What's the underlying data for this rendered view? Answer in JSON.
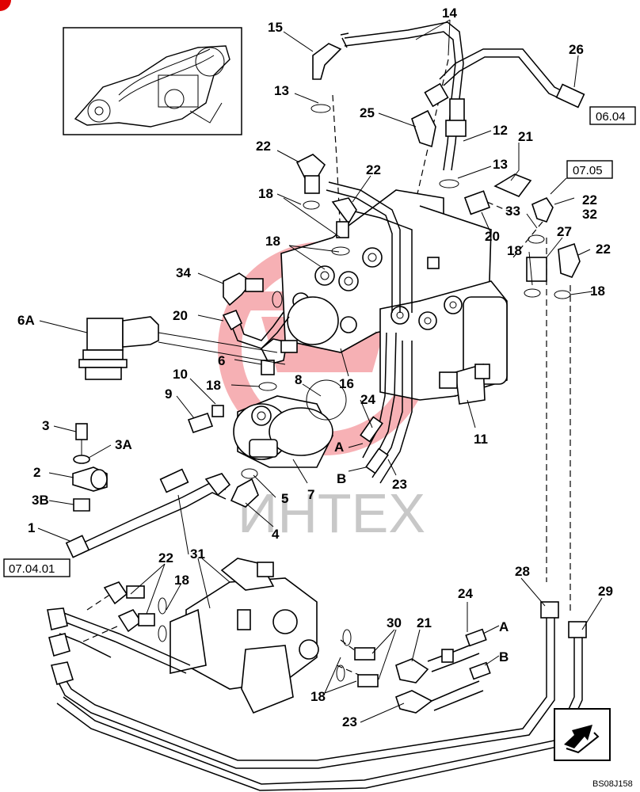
{
  "labels": {
    "l1": "1",
    "l2": "2",
    "l3": "3",
    "l3a": "3A",
    "l3b": "3B",
    "l4": "4",
    "l5": "5",
    "l6": "6",
    "l6a": "6A",
    "l7": "7",
    "l8": "8",
    "l9": "9",
    "l10": "10",
    "l11": "11",
    "l12": "12",
    "l13a": "13",
    "l13b": "13",
    "l14": "14",
    "l15": "15",
    "l16": "16",
    "l18a": "18",
    "l18b": "18",
    "l18c": "18",
    "l18d": "18",
    "l18e": "18",
    "l18f": "18",
    "l18g": "18",
    "l20a": "20",
    "l20b": "20",
    "l21a": "21",
    "l21b": "21",
    "l22a": "22",
    "l22b": "22",
    "l22c": "22",
    "l22d": "22",
    "l22e": "22",
    "l23a": "23",
    "l23b": "23",
    "l24a": "24",
    "l24b": "24",
    "l25": "25",
    "l26": "26",
    "l27": "27",
    "l28": "28",
    "l29": "29",
    "l30": "30",
    "l31": "31",
    "l32": "32",
    "l33": "33",
    "l34": "34",
    "la1": "A",
    "la2": "A",
    "lb1": "B",
    "lb2": "B"
  },
  "refs": {
    "r1": "06.04",
    "r2": "07.05",
    "r3": "07.04.01"
  },
  "watermark": "ИНТЕХ",
  "drawing_code": "BS08J158",
  "colors": {
    "watermark_logo": "#e8202a",
    "corner_mark": "#e00000"
  }
}
